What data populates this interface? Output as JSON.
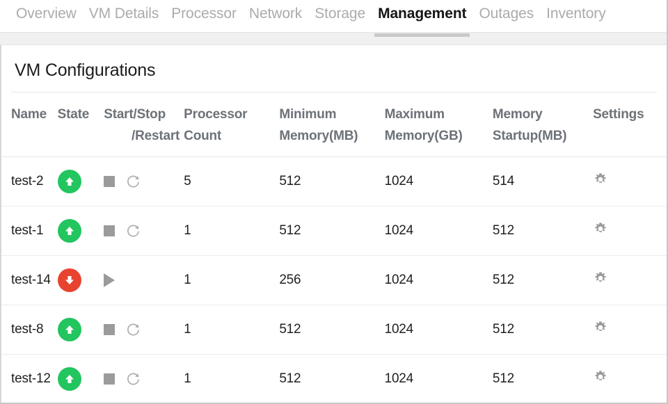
{
  "tabs": [
    {
      "label": "Overview",
      "active": false
    },
    {
      "label": "VM Details",
      "active": false
    },
    {
      "label": "Processor",
      "active": false
    },
    {
      "label": "Network",
      "active": false
    },
    {
      "label": "Storage",
      "active": false
    },
    {
      "label": "Management",
      "active": true
    },
    {
      "label": "Outages",
      "active": false
    },
    {
      "label": "Inventory",
      "active": false
    }
  ],
  "card": {
    "title": "VM Configurations"
  },
  "table": {
    "headers": {
      "name": "Name",
      "state": "State",
      "action_line1": "Start/Stop",
      "action_line2": "/Restart",
      "processor_line1": "Processor",
      "processor_line2": "Count",
      "minmem_line1": "Minimum",
      "minmem_line2": "Memory(MB)",
      "maxmem_line1": "Maximum",
      "maxmem_line2": "Memory(GB)",
      "startmem_line1": "Memory",
      "startmem_line2": "Startup(MB)",
      "settings": "Settings"
    },
    "rows": [
      {
        "name": "test-2",
        "state": "up",
        "state_icon": "arrow-up-circle-icon",
        "actions": [
          "stop-icon",
          "restart-icon"
        ],
        "processor_count": "5",
        "minimum_memory_mb": "512",
        "maximum_memory_gb": "1024",
        "memory_startup_mb": "514",
        "settings_icon": "gear-icon"
      },
      {
        "name": "test-1",
        "state": "up",
        "state_icon": "arrow-up-circle-icon",
        "actions": [
          "stop-icon",
          "restart-icon"
        ],
        "processor_count": "1",
        "minimum_memory_mb": "512",
        "maximum_memory_gb": "1024",
        "memory_startup_mb": "512",
        "settings_icon": "gear-icon"
      },
      {
        "name": "test-14",
        "state": "down",
        "state_icon": "arrow-down-circle-icon",
        "actions": [
          "start-icon"
        ],
        "processor_count": "1",
        "minimum_memory_mb": "256",
        "maximum_memory_gb": "1024",
        "memory_startup_mb": "512",
        "settings_icon": "gear-icon"
      },
      {
        "name": "test-8",
        "state": "up",
        "state_icon": "arrow-up-circle-icon",
        "actions": [
          "stop-icon",
          "restart-icon"
        ],
        "processor_count": "1",
        "minimum_memory_mb": "512",
        "maximum_memory_gb": "1024",
        "memory_startup_mb": "512",
        "settings_icon": "gear-icon"
      },
      {
        "name": "test-12",
        "state": "up",
        "state_icon": "arrow-up-circle-icon",
        "actions": [
          "stop-icon",
          "restart-icon"
        ],
        "processor_count": "1",
        "minimum_memory_mb": "512",
        "maximum_memory_gb": "1024",
        "memory_startup_mb": "512",
        "settings_icon": "gear-icon"
      }
    ]
  },
  "colors": {
    "state_up": "#22c55e",
    "state_down": "#e8432e",
    "icon_gray": "#9b9b9b",
    "header_text": "#6d7278",
    "tab_inactive": "#a9abad",
    "tab_active": "#151515",
    "tab_underline": "#c9c9c9"
  }
}
